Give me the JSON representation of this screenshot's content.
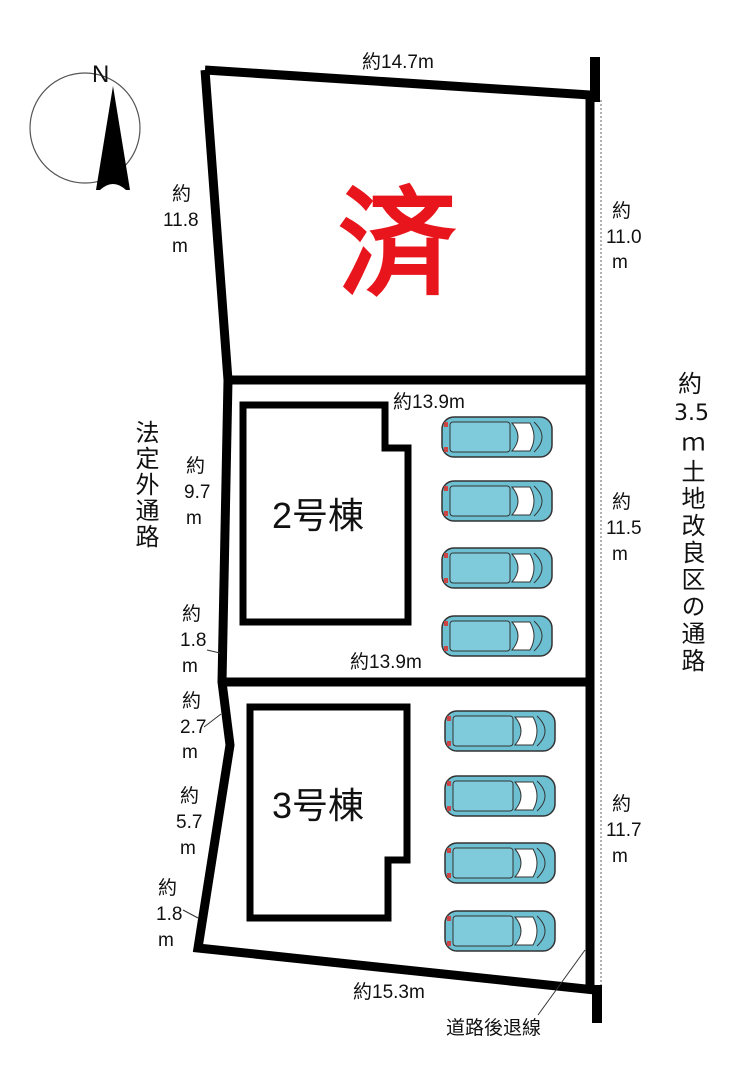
{
  "compass": {
    "north_label": "N"
  },
  "lots": {
    "lot1": {
      "status_mark": "済",
      "status_color": "#e8161c"
    },
    "lot2": {
      "name": "2号棟"
    },
    "lot3": {
      "name": "3号棟"
    }
  },
  "dimensions": {
    "top": "約14.7m",
    "left_lot1": [
      "約",
      "11.8",
      "m"
    ],
    "right_lot1": [
      "約",
      "11.0",
      "m"
    ],
    "lot2_top": "約13.9m",
    "lot2_bottom": "約13.9m",
    "left_lot2": [
      "約",
      "9.7",
      "m"
    ],
    "left_lot2_b": [
      "約",
      "1.8",
      "m"
    ],
    "right_lot2": [
      "約",
      "11.5",
      "m"
    ],
    "left_lot3_a": [
      "約",
      "2.7",
      "m"
    ],
    "left_lot3_b": [
      "約",
      "5.7",
      "m"
    ],
    "left_lot3_c": [
      "約",
      "1.8",
      "m"
    ],
    "right_lot3": [
      "約",
      "11.7",
      "m"
    ],
    "bottom": "約15.3m"
  },
  "roads": {
    "left": "法定外通路",
    "right": [
      "約",
      "3.5",
      "ｍ土地改良区の通路"
    ],
    "setback": "道路後退線"
  },
  "colors": {
    "car": "#6cc0d2",
    "line": "#000000"
  }
}
